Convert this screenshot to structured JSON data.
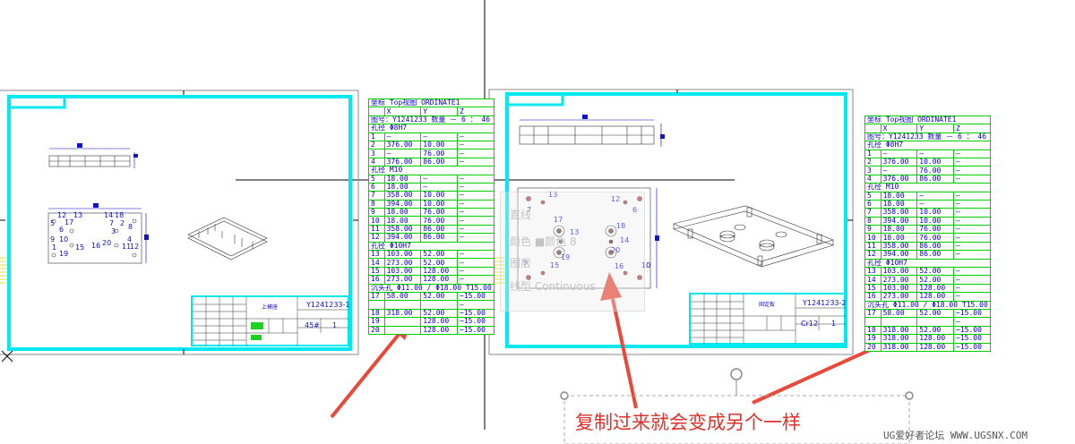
{
  "left_sheet": {
    "drawing_number": "Y1241233-1",
    "part_name": "上模座",
    "material": "45#",
    "qty": "1",
    "hole_labels": [
      "12",
      "13",
      "14",
      "18",
      "5",
      "7",
      "2",
      "8",
      "6",
      "17",
      "3",
      "4",
      "9",
      "10",
      "15",
      "1",
      "16",
      "20",
      "11",
      "19",
      "12"
    ]
  },
  "right_sheet": {
    "drawing_number": "Y1241233-2",
    "part_name": "固定板",
    "material": "Cr12",
    "qty": "1",
    "hole_labels": [
      "13",
      "12",
      "7",
      "6",
      "17",
      "13",
      "18",
      "19",
      "14",
      "20",
      "15",
      "9",
      "16",
      "10"
    ]
  },
  "ghost_panel": [
    "直线",
    "颜色  ■颜色 8",
    "图层",
    "线型  Continuous"
  ],
  "tables": {
    "left": {
      "header": "坐标  Top视图 ORDINATE1",
      "axes": [
        "X",
        "Y",
        "Z"
      ],
      "part_line": "图号：Y1241233 数量 － 6 ： 46",
      "rows": [
        [
          "group",
          "孔径 Φ8H7"
        ],
        [
          "1",
          "–",
          "–",
          "–"
        ],
        [
          "2",
          "376.00",
          "10.00",
          "–"
        ],
        [
          "3",
          "–",
          "76.00",
          "–"
        ],
        [
          "4",
          "376.00",
          "86.00",
          "–"
        ],
        [
          "group",
          "孔径 M10"
        ],
        [
          "5",
          "18.00",
          "–",
          "–"
        ],
        [
          "6",
          "18.00",
          "–",
          "–"
        ],
        [
          "7",
          "358.00",
          "10.00",
          "–"
        ],
        [
          "8",
          "394.00",
          "10.00",
          "–"
        ],
        [
          "9",
          "18.00",
          "76.00",
          "–"
        ],
        [
          "10",
          "18.00",
          "76.00",
          "–"
        ],
        [
          "11",
          "358.00",
          "86.00",
          "–"
        ],
        [
          "12",
          "394.00",
          "86.00",
          "–"
        ],
        [
          "group",
          "孔径 Φ10H7"
        ],
        [
          "13",
          "103.00",
          "52.00",
          "–"
        ],
        [
          "14",
          "273.00",
          "52.00",
          "–"
        ],
        [
          "15",
          "103.00",
          "128.00",
          "–"
        ],
        [
          "16",
          "273.00",
          "128.00",
          "–"
        ],
        [
          "group",
          "沉头孔 Φ11.00 / Φ18.00 T15.00"
        ],
        [
          "17",
          "58.00",
          "52.00",
          "−15.00"
        ],
        [
          "blank",
          "",
          "",
          "–"
        ],
        [
          "18",
          "318.00",
          "52.00",
          "−15.00"
        ],
        [
          "19",
          "",
          "128.00",
          "−15.00"
        ],
        [
          "20",
          "",
          "128.00",
          "−15.00"
        ]
      ]
    },
    "right": {
      "header": "坐标  Top视图 ORDINATE1",
      "axes": [
        "X",
        "Y",
        "Z"
      ],
      "part_line": "图号：Y1241233 数量 － 6 ： 46",
      "rows": [
        [
          "group",
          "孔径 Φ8H7"
        ],
        [
          "1",
          "–",
          "–",
          "–"
        ],
        [
          "2",
          "376.00",
          "10.00",
          "–"
        ],
        [
          "3",
          "–",
          "76.00",
          "–"
        ],
        [
          "4",
          "376.00",
          "86.00",
          "–"
        ],
        [
          "group",
          "孔径 M10"
        ],
        [
          "5",
          "18.00",
          "–",
          "–"
        ],
        [
          "6",
          "18.00",
          "–",
          "–"
        ],
        [
          "7",
          "358.00",
          "10.00",
          "–"
        ],
        [
          "8",
          "394.00",
          "10.00",
          "–"
        ],
        [
          "9",
          "18.00",
          "76.00",
          "–"
        ],
        [
          "10",
          "18.00",
          "76.00",
          "–"
        ],
        [
          "11",
          "358.00",
          "86.00",
          "–"
        ],
        [
          "12",
          "394.00",
          "86.00",
          "–"
        ],
        [
          "group",
          "孔径 Φ10H7"
        ],
        [
          "13",
          "103.00",
          "52.00",
          "–"
        ],
        [
          "14",
          "273.00",
          "52.00",
          "–"
        ],
        [
          "15",
          "103.00",
          "128.00",
          "–"
        ],
        [
          "16",
          "273.00",
          "128.00",
          "–"
        ],
        [
          "group",
          "沉头孔 Φ11.00 / Φ18.00 T15.00"
        ],
        [
          "17",
          "58.00",
          "52.00",
          "−15.00"
        ],
        [
          "blank",
          "",
          "",
          "–"
        ],
        [
          "18",
          "318.00",
          "52.00",
          "−15.00"
        ],
        [
          "19",
          "318.00",
          "128.00",
          "−15.00"
        ],
        [
          "20",
          "318.00",
          "128.00",
          "−15.00"
        ]
      ]
    }
  },
  "annotation_text": "复制过来就会变成另个一样",
  "watermark": "UG爱好者论坛 WWW.UGSNX.COM",
  "colors": {
    "frame": "#00e8f0",
    "table_grid": "#00d000",
    "table_text": "#0000c8",
    "arrow": "#e8493a",
    "yellow_lines": "#e8d000"
  }
}
